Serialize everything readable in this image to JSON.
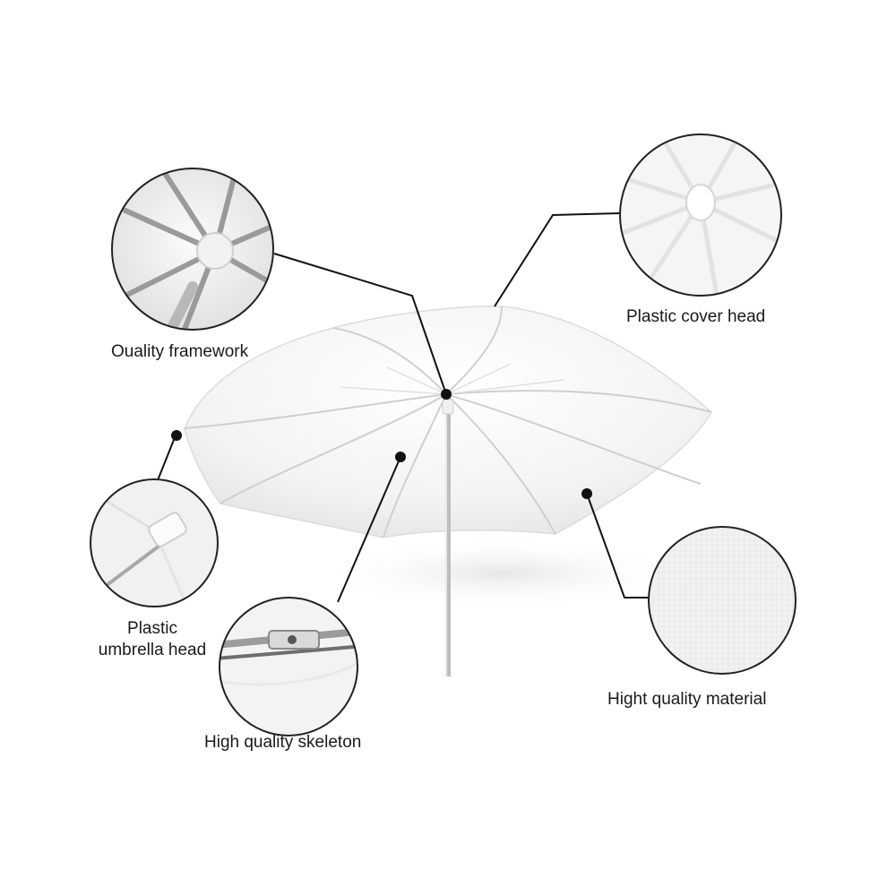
{
  "callouts": [
    {
      "id": "quality-framework",
      "label": "Ouality framework"
    },
    {
      "id": "plastic-cover-head",
      "label": "Plastic cover head"
    },
    {
      "id": "plastic-umbrella-head",
      "label_line1": "Plastic",
      "label_line2": "umbrella head"
    },
    {
      "id": "high-quality-skeleton",
      "label": "High quality skeleton"
    },
    {
      "id": "high-quality-material",
      "label": "Hight quality material"
    }
  ],
  "colors": {
    "background": "#ffffff",
    "canopy": "#f4f4f4",
    "rib": "#d8d8d8",
    "leader_line": "#111111",
    "circle_border": "#222222",
    "text": "#1a1a1a"
  }
}
